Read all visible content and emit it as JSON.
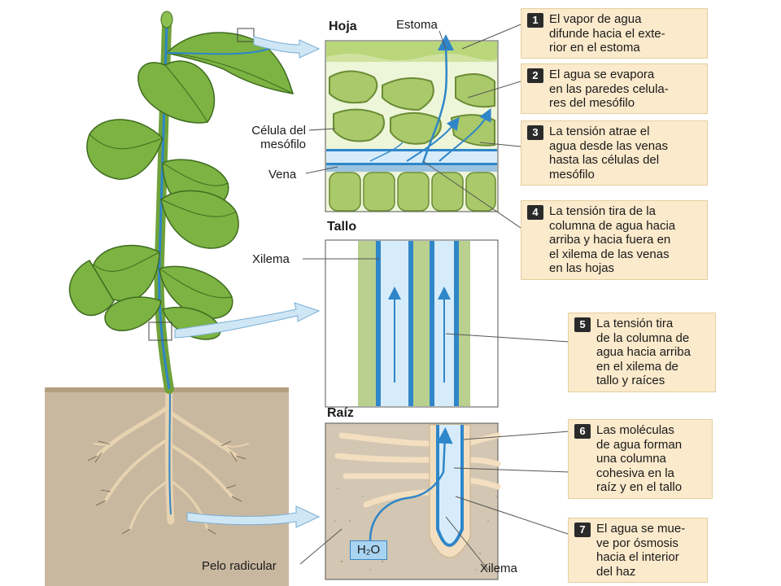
{
  "labels": {
    "hoja": "Hoja",
    "estoma": "Estoma",
    "celula": "Célula del\nmesófilo",
    "vena": "Vena",
    "tallo": "Tallo",
    "xilema_tallo": "Xilema",
    "raiz": "Raíz",
    "pelo": "Pelo radicular",
    "xilema_raiz": "Xilema",
    "h2o": "H₂O"
  },
  "steps": [
    {
      "num": "1",
      "text": "El vapor de agua\ndifunde hacia el exte-\nrior en el estoma"
    },
    {
      "num": "2",
      "text": "El agua se evapora\nen las paredes celula-\nres del mesófilo"
    },
    {
      "num": "3",
      "text": "La tensión atrae el\nagua desde las venas\nhasta las células del\nmesófilo"
    },
    {
      "num": "4",
      "text": "La tensión tira de la\ncolumna de agua hacia\narriba y hacia fuera en\nel xilema de las venas\nen las hojas"
    },
    {
      "num": "5",
      "text": "La tensión tira\nde la columna de\nagua hacia arriba\nen el xilema de\ntallo y raíces"
    },
    {
      "num": "6",
      "text": "Las moléculas\nde agua forman\nuna columna\ncohesiva en la\nraíz y en el tallo"
    },
    {
      "num": "7",
      "text": "El agua se mue-\nve por ósmosis\nhacia el interior\ndel haz"
    }
  ],
  "colors": {
    "leaf": "#7cb342",
    "leaf_dark": "#3e6b1f",
    "water": "#2f86c8",
    "xylem_light": "#d6ecfa",
    "box_fill": "#fbeacc",
    "soil": "#c9b8a0",
    "root": "#f3dfc0"
  }
}
